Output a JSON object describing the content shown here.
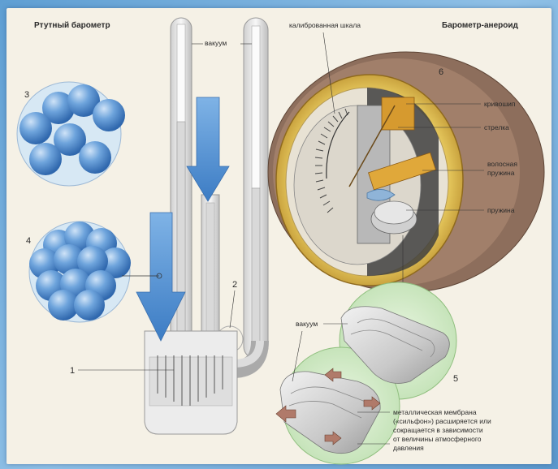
{
  "headers": {
    "mercury": "Ртутный барометр",
    "aneroid": "Барометр-анероид"
  },
  "labels": {
    "vacuum_top": "вакуум",
    "scale": "калиброванная шкала",
    "crank": "кривошип",
    "arrow": "стрелка",
    "hair_spring_1": "волосная",
    "hair_spring_2": "пружина",
    "spring": "пружина",
    "vacuum_bottom": "вакуум",
    "membrane": [
      "металлическая мембрана",
      "(«сильфон») расширяется или",
      "сокращается в зависимости",
      "от величины атмосферного",
      "давления"
    ]
  },
  "numbers": {
    "n1": "1",
    "n2": "2",
    "n3": "3",
    "n4": "4",
    "n5": "5",
    "n6": "6"
  },
  "colors": {
    "sphere": "#5b93d0",
    "arrow": "#4f8fd0",
    "case_gold": "#e7c24a",
    "case_brown": "#8a6a58",
    "bellows_circle": "#d4ecc9"
  }
}
